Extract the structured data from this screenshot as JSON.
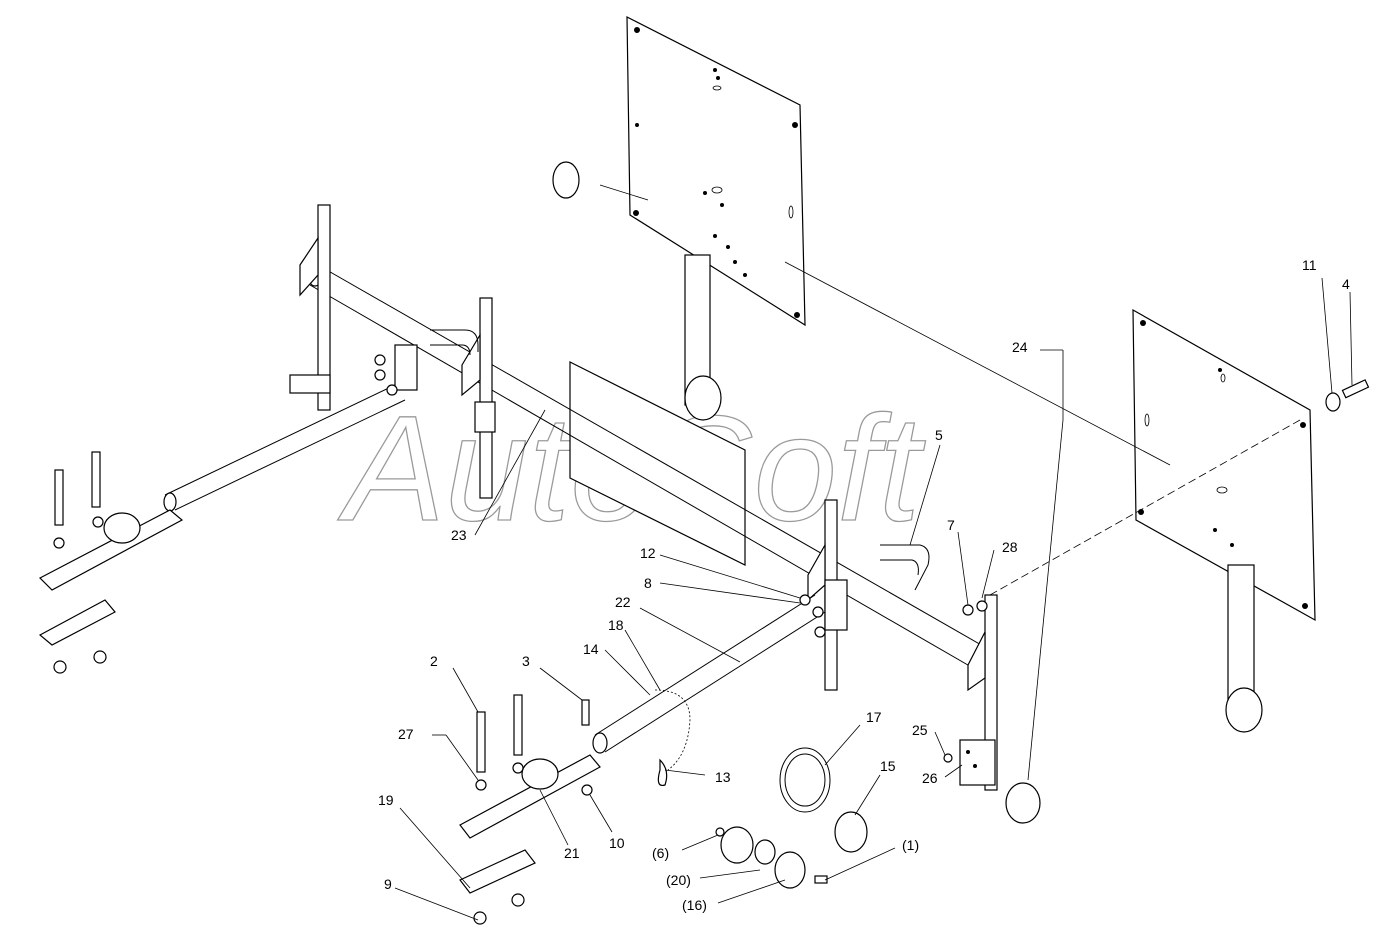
{
  "watermark": "AutoSoft",
  "callouts": [
    "11",
    "4",
    "24",
    "5",
    "7",
    "28",
    "12",
    "8",
    "22",
    "18",
    "14",
    "2",
    "3",
    "27",
    "13",
    "17",
    "25",
    "26",
    "15",
    "19",
    "21",
    "10",
    "(6)",
    "(20)",
    "(16)",
    "(1)",
    "9",
    "23"
  ]
}
